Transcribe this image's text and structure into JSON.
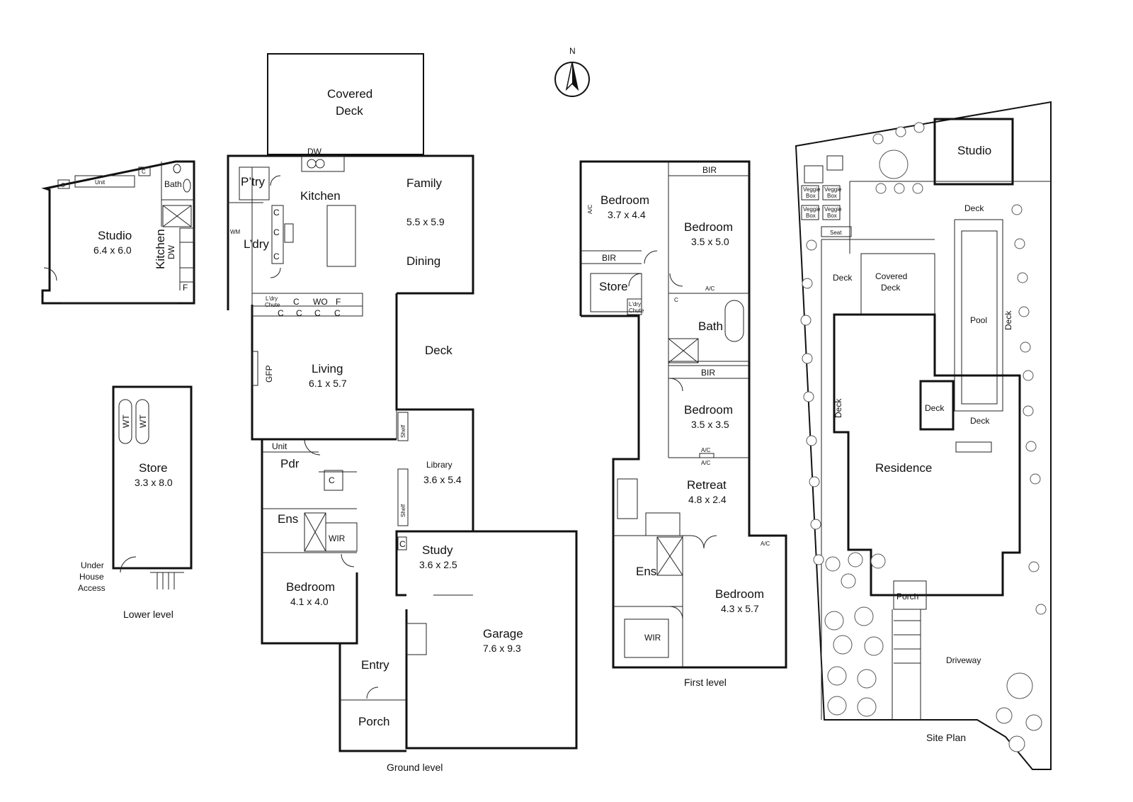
{
  "compass": {
    "north": "N"
  },
  "lower_level": {
    "caption": "Lower level",
    "studio": {
      "name": "Studio",
      "dims": "6.4 x 6.0"
    },
    "unit": "Unit",
    "bath": "Bath",
    "kitchen": "Kitchen",
    "dw": "DW",
    "f": "F",
    "c": "C",
    "store": {
      "name": "Store",
      "dims": "3.3 x 8.0"
    },
    "wt": "WT",
    "under_house": [
      "Under",
      "House",
      "Access"
    ]
  },
  "ground_level": {
    "caption": "Ground level",
    "covered_deck": [
      "Covered",
      "Deck"
    ],
    "dw": "DW",
    "ptry": "P’try",
    "kitchen": "Kitchen",
    "family": "Family",
    "family_dims": "5.5 x 5.9",
    "dining": "Dining",
    "ldry": "L’dry",
    "wm": "WM",
    "c": "C",
    "ldry_chute": [
      "L'dry",
      "Chute"
    ],
    "wo": "WO",
    "f": "F",
    "living": {
      "name": "Living",
      "dims": "6.1 x 5.7"
    },
    "gfp": "GFP",
    "deck": "Deck",
    "shelf": "Shelf",
    "unit": "Unit",
    "pdr": "Pdr",
    "ens": "Ens",
    "wir": "WIR",
    "library": {
      "name": "Library",
      "dims": "3.6 x 5.4"
    },
    "study": {
      "name": "Study",
      "dims": "3.6 x 2.5"
    },
    "bedroom": {
      "name": "Bedroom",
      "dims": "4.1 x 4.0"
    },
    "garage": {
      "name": "Garage",
      "dims": "7.6 x 9.3"
    },
    "entry": "Entry",
    "porch": "Porch"
  },
  "first_level": {
    "caption": "First level",
    "bedroom1": {
      "name": "Bedroom",
      "dims": "3.7 x 4.4"
    },
    "ac": "A/C",
    "bir": "BIR",
    "bedroom2": {
      "name": "Bedroom",
      "dims": "3.5 x 5.0"
    },
    "store": "Store",
    "ldry_chute": [
      "L'dry",
      "Chute"
    ],
    "c": "C",
    "bath": "Bath",
    "bedroom3": {
      "name": "Bedroom",
      "dims": "3.5 x 3.5"
    },
    "retreat": {
      "name": "Retreat",
      "dims": "4.8 x 2.4"
    },
    "ens": "Ens",
    "wir": "WIR",
    "bedroom4": {
      "name": "Bedroom",
      "dims": "4.3 x 5.7"
    }
  },
  "site_plan": {
    "caption": "Site Plan",
    "studio": "Studio",
    "deck": "Deck",
    "veggie_box": [
      "Veggie",
      "Box"
    ],
    "seat": "Seat",
    "covered_deck": [
      "Covered",
      "Deck"
    ],
    "pool": "Pool",
    "residence": "Residence",
    "porch": "Porch",
    "driveway": "Driveway"
  }
}
